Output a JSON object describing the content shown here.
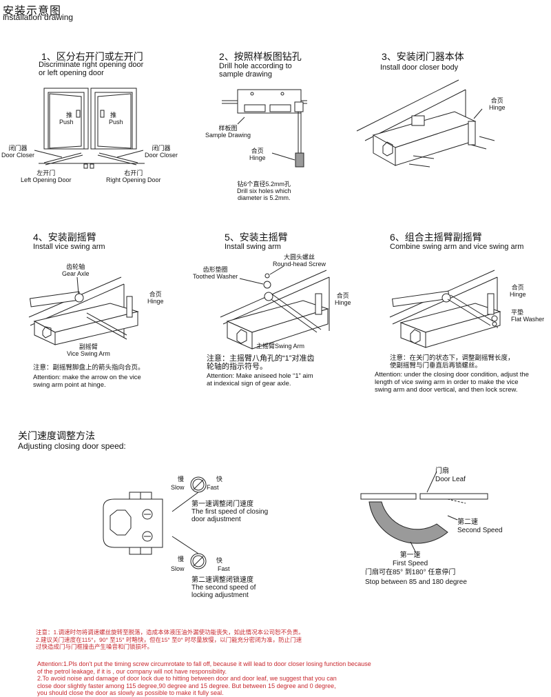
{
  "header": {
    "title_cn": "安装示意图",
    "title_en": "installation drawing"
  },
  "steps": [
    {
      "title_cn": "1、区分右开门或左开门",
      "title_en": "Discriminate right opening door\nor left opening door",
      "labels": {
        "push_cn_l": "推",
        "push_en_l": "Push",
        "push_cn_r": "推",
        "push_en_r": "Push",
        "closer_l": "闭门器\nDoor Closer",
        "closer_r": "闭门器\nDoor Closer",
        "left_door": "左开门\nLeft Opening Door",
        "right_door": "右开门\nRight Opening Door"
      }
    },
    {
      "title_cn": "2、按照样板图钻孔",
      "title_en": "Drill hole according to\nsample drawing",
      "labels": {
        "sample": "样板图\nSample Drawing",
        "hinge": "合页\nHinge",
        "drill": "钻6个直径5.2mm孔\nDrill six holes which\ndiameter is 5.2mm."
      }
    },
    {
      "title_cn": "3、安装闭门器本体",
      "title_en": "Install door closer body",
      "labels": {
        "hinge": "合页\nHinge"
      }
    },
    {
      "title_cn": "4、安装副摇臂",
      "title_en": "Install vice swing arm",
      "labels": {
        "gear": "齿轮轴\nGear Axle",
        "hinge": "合页\nHinge",
        "vice": "副摇臂\nVice Swing Arm"
      },
      "note_cn": "注意：副摇臂脚盘上的箭头指向合页。",
      "note_en": "Attention: make the arrow on the vice\nswing arm point at hinge."
    },
    {
      "title_cn": "5、安装主摇臂",
      "title_en": "Install swing arm",
      "labels": {
        "screw": "大圆头螺丝\nRound-head Screw",
        "washer": "齿形垫圈\nToothed Washer",
        "hinge": "合页\nHinge",
        "swing": "主摇臂Swing Arm"
      },
      "note_cn": "注意：主摇臂八角孔的“1”对准齿\n轮轴的指示符号。",
      "note_en": "Attention: Make aniseed hole “1”  aim\nat indexical sign of gear axle."
    },
    {
      "title_cn": "6、组合主摇臂副摇臂",
      "title_en": "Combine swing arm and vice swing arm",
      "labels": {
        "hinge": "合页\nHinge",
        "flat": "平垫\nFlat Washer"
      },
      "note_cn": "注意：在关门的状态下，调整副摇臂长度，\n使副摇臂与门垂直后再锁螺丝。",
      "note_en": "Attention: under the closing door condition, adjust the\nlength of vice swing arm in order to make the  vice\nswing arm and door vertical, and then lock screw."
    }
  ],
  "speed": {
    "title_cn": "关门速度调整方法",
    "title_en": "Adjusting closing door speed:",
    "slow_cn": "慢",
    "slow_en": "Slow",
    "fast_cn": "快",
    "fast_en": "Fast",
    "first_adj": "第一速调整闭门速度\nThe first speed of closing\ndoor adjustment",
    "second_adj": "第二速调整闭锁速度\nThe second speed of\nlocking adjustment",
    "door_leaf": "门扇\nDoor Leaf",
    "second_speed": "第二速\nSecond Speed",
    "first_speed": "第一速\nFirst Speed",
    "stop_cn": "门扇可在85° 到180° 任意停门",
    "stop_en": "Stop between 85 and 180 degree"
  },
  "footer": {
    "note_cn": "注意：1.调速时勿将调速螺丝旋转至脱落，造成本体液压油外漏使功能丧失，如此情况本公司恕不负责。\n        2.建议关门速度在115°，90° 至15° 时略快，但在15° 至0° 时尽量放慢，以门能充分密闭为准，防止门速\n          过快造成门与门框撞击产生噪音和门锁损坏。",
    "note_en": "Attention:1.Pls don't put the timing screw circumrotate to fall off, because it will lead to door closer losing function because\n                 of the petrol leakage, if it is , our company will not have responsibility.\n              2.To avoid noise and damage of door lock due to hitting between door and door leaf, we suggest that you can\n                 close door slightly faster among 115 degree,90 degree and 15 degree. But between 15 degree and 0 degree,\n                 you should close the door as slowly as possible to make it fully seal.",
    "color": "#c8282e"
  }
}
